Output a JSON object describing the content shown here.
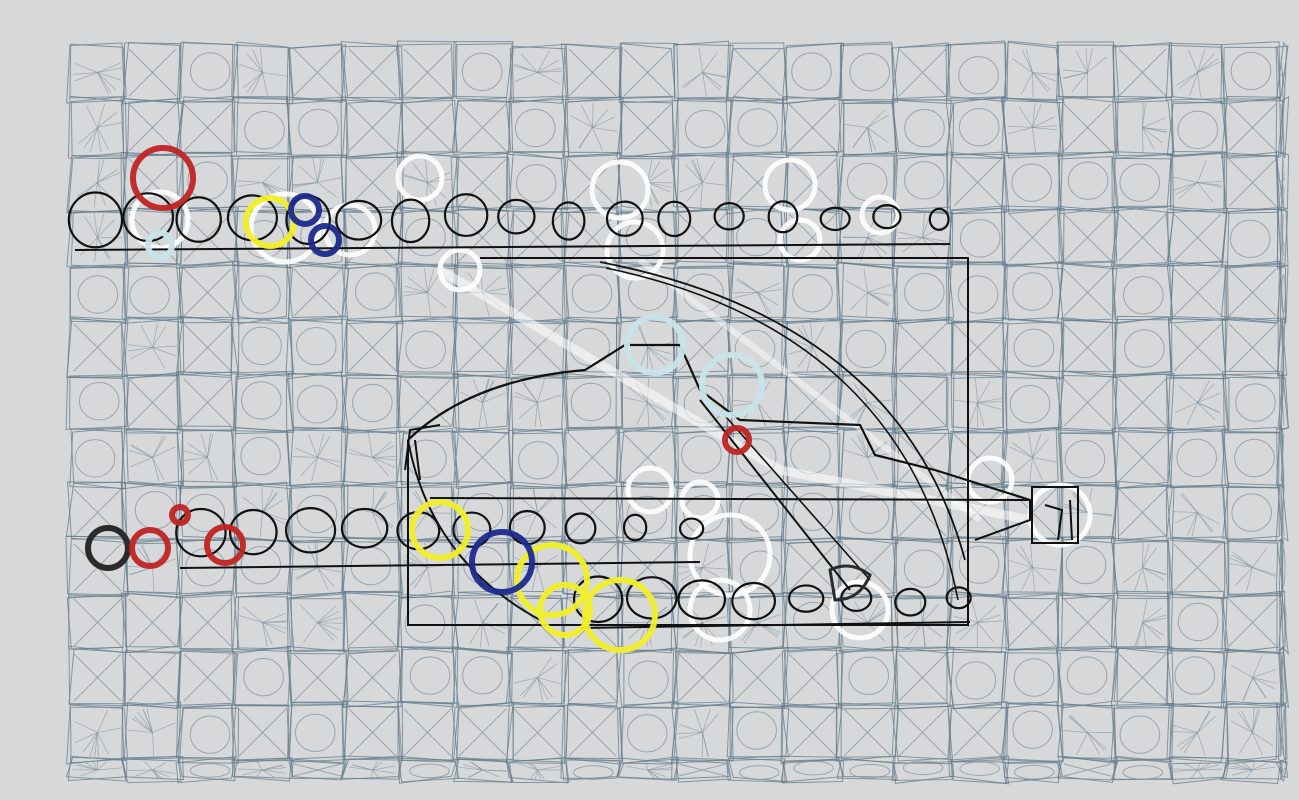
{
  "canvas": {
    "background": "#d7d8d9",
    "grid_color": "#667d8e",
    "grid_hatch_color": "#7d909e"
  },
  "palette": {
    "ink": "#111111",
    "white": "#ffffff",
    "pale_blue": "#c7e5ea",
    "red": "#c02424",
    "yellow": "#f1ef2a",
    "navy": "#1c2a8c",
    "dark_gray": "#2b2b2b"
  },
  "objects": [
    {
      "name": "top-loop-chain",
      "kind": "scribble-chain"
    },
    {
      "name": "lower-loop-chain",
      "kind": "scribble-chain"
    },
    {
      "name": "bottom-right-loop-chain",
      "kind": "scribble-chain"
    },
    {
      "name": "outline-rectangle",
      "kind": "outline"
    },
    {
      "name": "central-arched-figure",
      "kind": "outline"
    },
    {
      "name": "small-box-right",
      "kind": "outline"
    }
  ]
}
